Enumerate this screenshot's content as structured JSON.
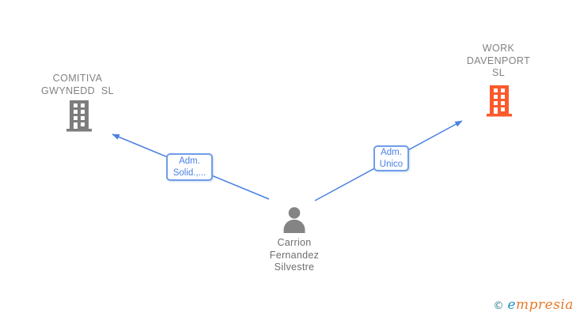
{
  "canvas": {
    "background": "#ffffff"
  },
  "nodes": {
    "company_left": {
      "name": "COMITIVA\nGWYNEDD  SL",
      "icon": "building-icon",
      "icon_color": "#7d7d7d",
      "label_color": "#828282"
    },
    "company_right": {
      "name": "WORK\nDAVENPORT\nSL",
      "icon": "building-icon",
      "icon_color": "#fb5b2c",
      "label_color": "#828282"
    },
    "person": {
      "name": "Carrion\nFernandez\nSilvestre",
      "icon": "person-icon",
      "icon_color": "#848484",
      "label_color": "#6e6e6e"
    }
  },
  "relations": [
    {
      "label": "Adm.\nSolid.,...",
      "from": "person",
      "to": "company_left"
    },
    {
      "label": "Adm.\nUnico",
      "from": "person",
      "to": "company_right"
    }
  ],
  "style": {
    "arrow_color": "#4a80e2",
    "relation_box_border": "#6f9de8",
    "relation_text_color": "#4a80e2"
  },
  "watermark": {
    "copyright_symbol": "©",
    "brand_initial": "e",
    "brand_rest": "mpresia"
  }
}
